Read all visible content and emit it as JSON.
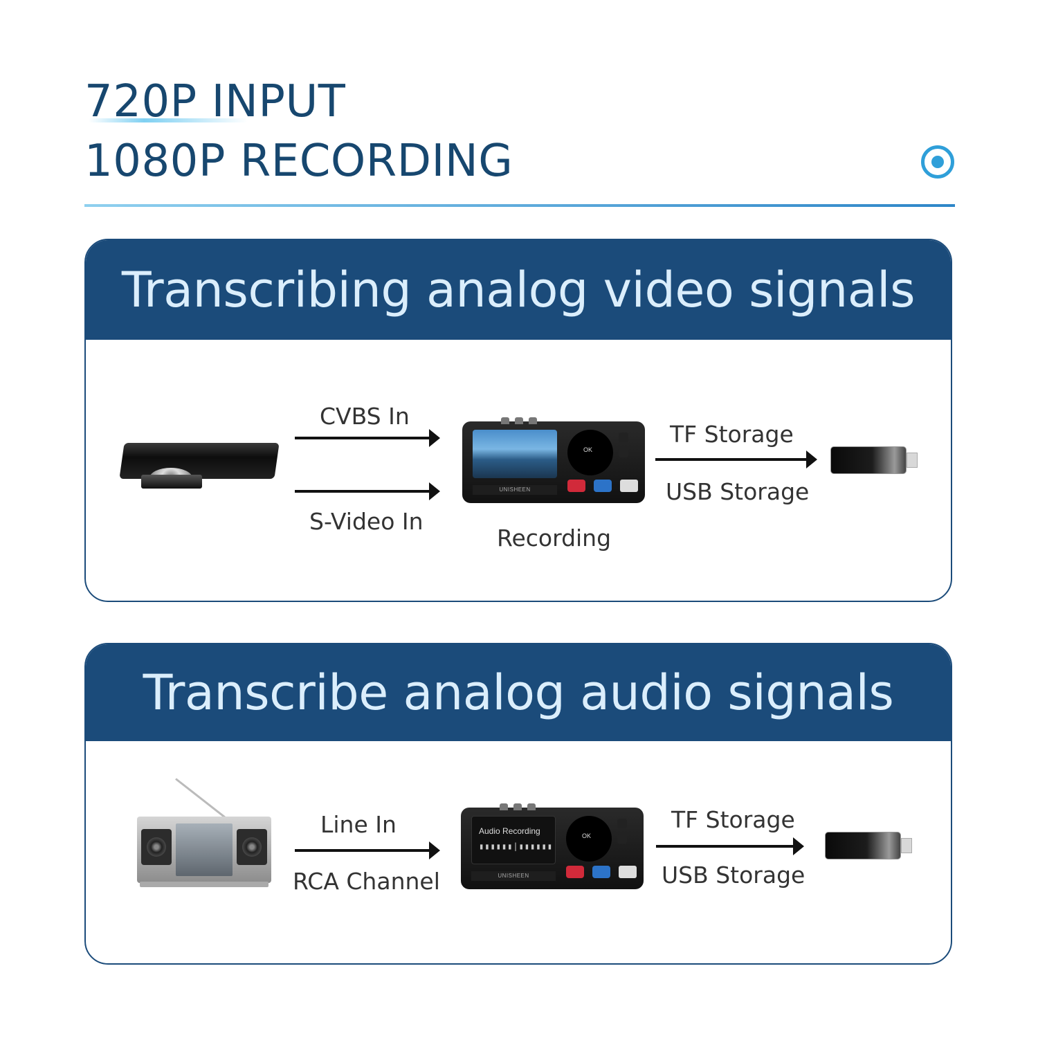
{
  "header": {
    "line1": "720P INPUT",
    "line2": "1080P RECORDING",
    "accent_color": "#2f9fd9",
    "title_color": "#17476f",
    "icon": "target-icon"
  },
  "video_panel": {
    "title": "Transcribing analog video signals",
    "input_top": "CVBS  In",
    "input_bottom": "S-Video In",
    "center_label": "Recording",
    "output_top": "TF Storage",
    "output_bottom": "USB Storage",
    "source_icon": "dvd-player-icon",
    "device_brand": "UNISHEEN",
    "device_ok": "OK"
  },
  "audio_panel": {
    "title": "Transcribe analog audio signals",
    "input_top": "Line In",
    "input_bottom": "RCA Channel",
    "output_top": "TF Storage",
    "output_bottom": "USB Storage",
    "source_icon": "boombox-icon",
    "screen_label": "Audio Recording",
    "device_brand": "UNISHEEN",
    "device_ok": "OK"
  },
  "colors": {
    "panel_header": "#1b4b7a",
    "panel_header_text": "#dbeefc"
  }
}
